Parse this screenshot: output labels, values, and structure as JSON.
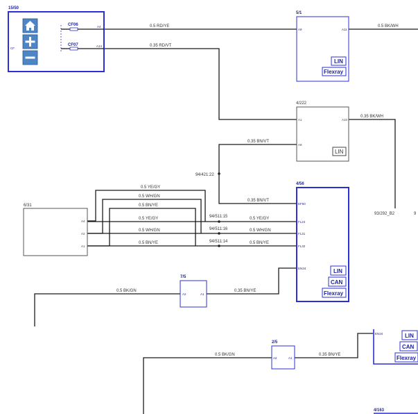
{
  "fuse_box": {
    "id": "15/50",
    "side_label": "CF",
    "fuses": [
      {
        "name": "CF06",
        "pin": "A4"
      },
      {
        "name": "CF07",
        "pin": "A14"
      }
    ],
    "icons": [
      "home-icon",
      "plus-icon",
      "minus-icon"
    ]
  },
  "ecu_5_1": {
    "id": "5/1",
    "pin_in": "A9",
    "pin_out": "A11",
    "buses": [
      "LIN",
      "Flexray"
    ]
  },
  "ecu_4_222": {
    "id": "4/222",
    "pin_top": "A1",
    "pin_right": "A10",
    "pin_mid": "A8",
    "buses": [
      "LIN"
    ]
  },
  "ecu_4_56": {
    "id": "4/56",
    "pins": [
      "EF50",
      "FL24",
      "FL31",
      "FL32",
      "EN34"
    ],
    "buses": [
      "LIN",
      "CAN",
      "Flexray"
    ]
  },
  "switch_6_31": {
    "id": "6/31",
    "pins": [
      "A4",
      "A2",
      "A1"
    ]
  },
  "relay_7_5": {
    "id": "7/5",
    "pins": [
      "A2",
      "A1"
    ]
  },
  "relay_2_5": {
    "id": "2/5",
    "pins": [
      "A2",
      "A1"
    ]
  },
  "ecu_right_lower": {
    "pin": "EN34",
    "buses": [
      "LIN",
      "CAN",
      "Flexray"
    ]
  },
  "ecu_4_163": {
    "id": "4/163"
  },
  "connectors": {
    "c94_421_22": "94/421:22",
    "c94_511_15": "94/511:15",
    "c94_511_16": "94/511:16",
    "c94_511_14": "94/511:14",
    "c93_292": "93/292_B2",
    "c93_292_tail": "9"
  },
  "wires": {
    "w_rd_ye": "0.5  RD/YE",
    "w_bk_wh_top": "0.5  BK/WH",
    "w_rd_vt": "0.35  RD/VT",
    "w_bk_wh_mid": "0.35  BK/WH",
    "w_bn_vt_1": "0.35  BN/VT",
    "w_bn_vt_2": "0.35  BN/VT",
    "w_ye_gy_a": "0.5  YE/GY",
    "w_wh_gn_a": "0.5  WH/GN",
    "w_bn_ye_a": "0.5  BN/YE",
    "w_ye_gy_b": "0.5  YE/GY",
    "w_wh_gn_b": "0.5  WH/GN",
    "w_bn_ye_b": "0.5  BN/YE",
    "w_ye_gy_c": "0.5  YE/GY",
    "w_wh_gn_c": "0.5  WH/GN",
    "w_bn_ye_c": "0.5  BN/YE",
    "w_bk_gn_1": "0.5  BK/GN",
    "w_bn_ye_d": "0.35  BN/YE",
    "w_bk_gn_2": "0.5  BK/GN",
    "w_bn_ye_e": "0.35  BN/YE"
  }
}
